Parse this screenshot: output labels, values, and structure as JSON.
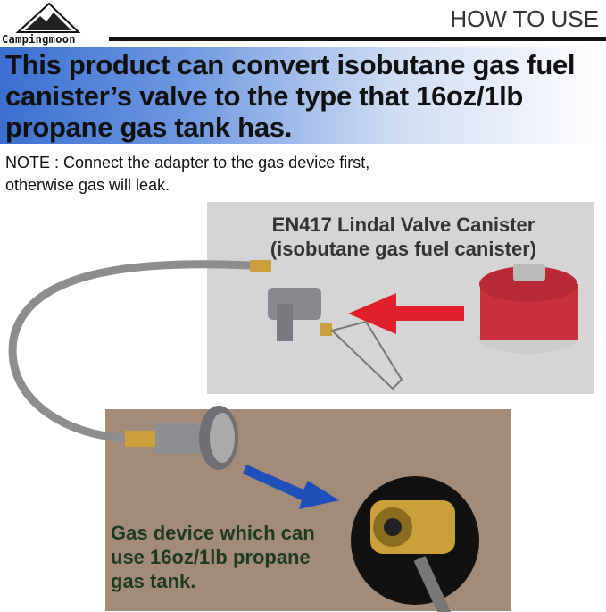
{
  "brand": {
    "name": "Campingmoon"
  },
  "header": {
    "title": "HOW TO USE"
  },
  "banner": {
    "lines": [
      "This product can convert isobutane gas fuel",
      "canister’s valve to the type that 16oz/1lb",
      "propane gas tank has."
    ]
  },
  "note": {
    "lines": [
      "NOTE : Connect the adapter to the gas device first,",
      "otherwise gas will leak."
    ]
  },
  "canister_label": {
    "lines": [
      "EN417 Lindal Valve Canister",
      "(isobutane gas fuel canister)"
    ]
  },
  "device_label": {
    "lines": [
      "Gas device which can",
      "use 16oz/1lb propane",
      "gas tank."
    ]
  },
  "colors": {
    "banner_blue": "#3b6fd0",
    "gray_panel": "#d5d5d8",
    "brown_panel": "#a38b79",
    "arrow_red": "#e0202a",
    "arrow_blue": "#1f4fb8"
  }
}
